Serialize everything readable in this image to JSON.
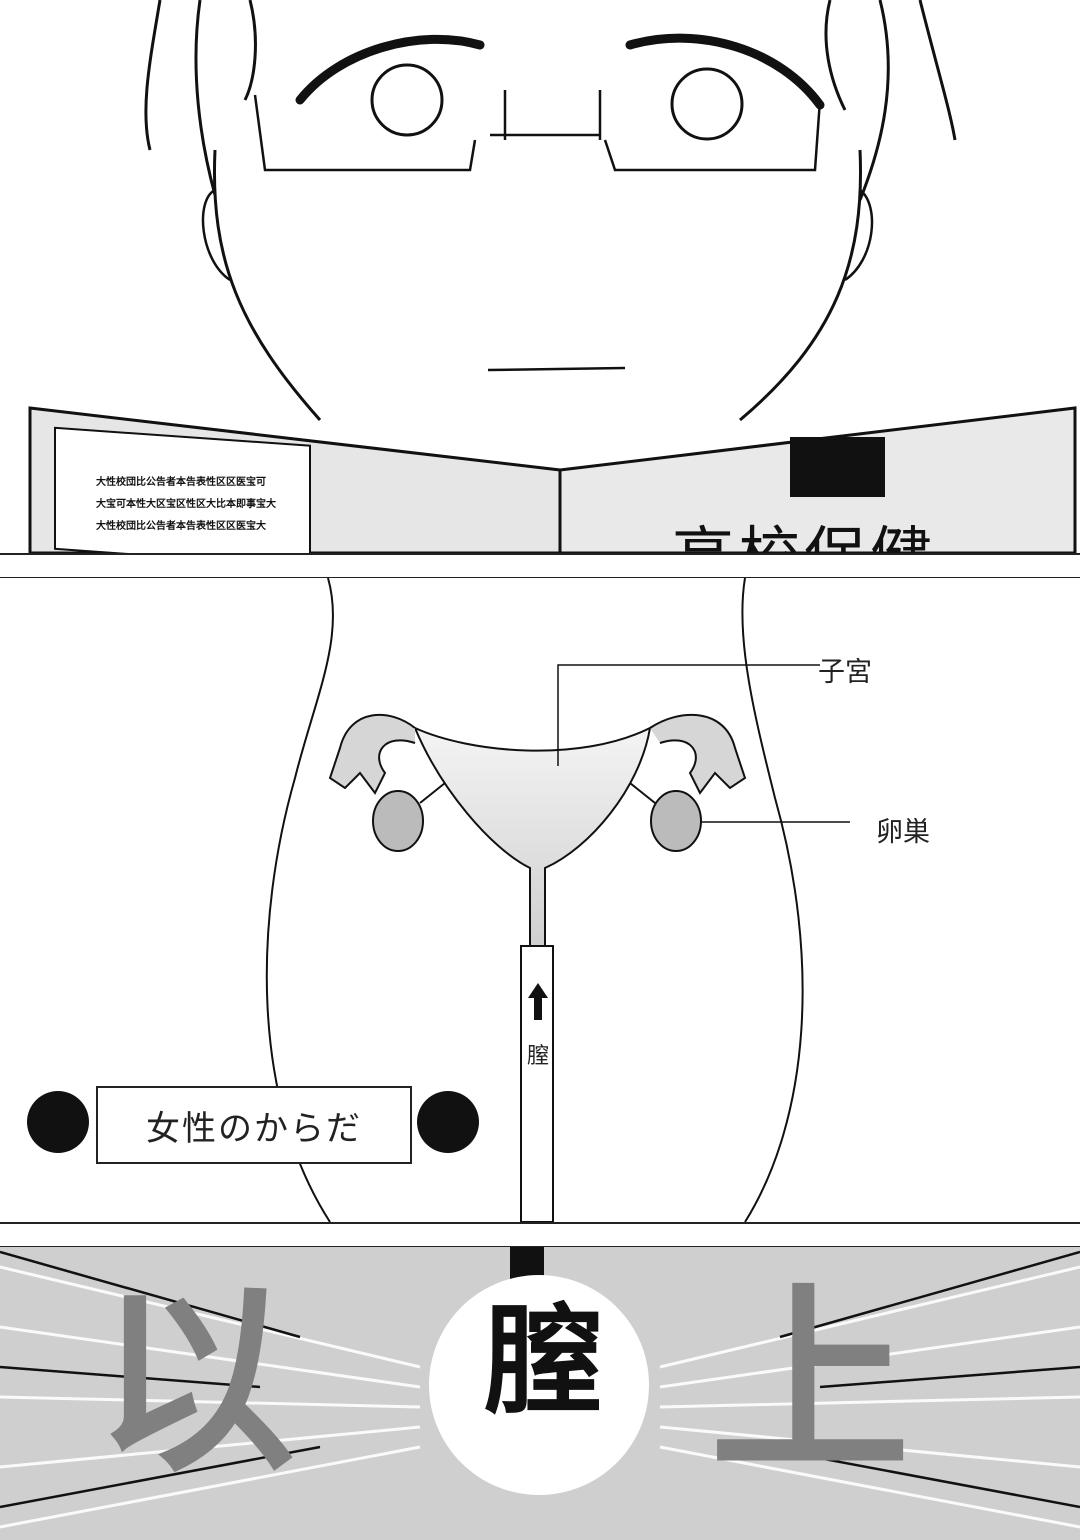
{
  "panel1": {
    "book_title": "高校保健",
    "book_page_lines": [
      "大性校団比公告者本告表性区区医宝可",
      "大宝可本性大区宝区性区大比本即事宝大",
      "大性校団比公告者本告表性区区医宝大"
    ]
  },
  "panel2": {
    "label_uterus": "子宮",
    "label_ovary": "卵巣",
    "label_vagina": "膣",
    "caption": "女性のからだ"
  },
  "panel3": {
    "left_char": "以",
    "center_char": "膣",
    "right_char": "上"
  }
}
